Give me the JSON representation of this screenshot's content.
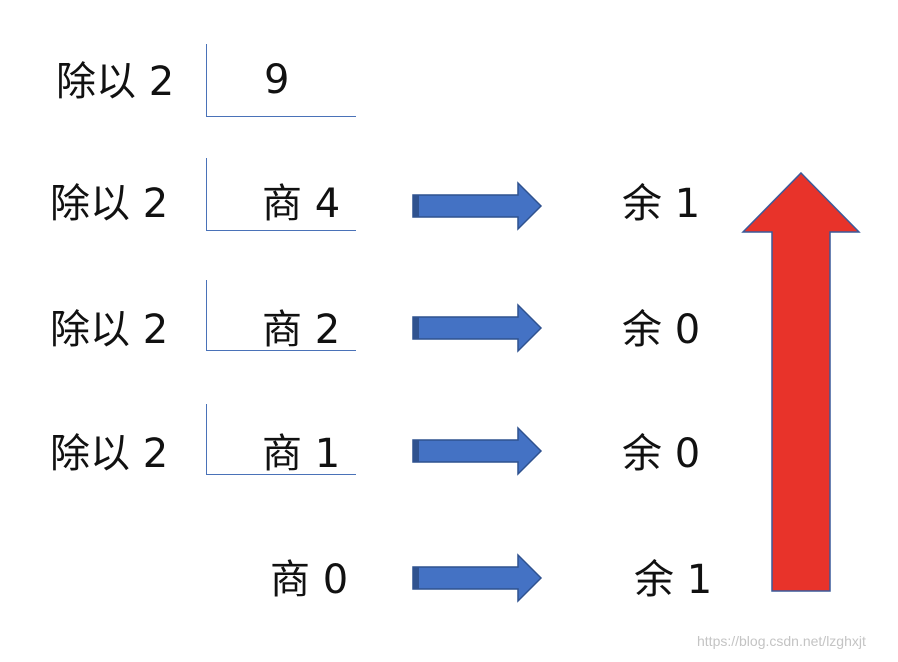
{
  "rows": [
    {
      "divisor_label": "除以 2",
      "dividend": "9"
    },
    {
      "divisor_label": "除以 2",
      "quotient": "商 4",
      "remainder": "余 1"
    },
    {
      "divisor_label": "除以 2",
      "quotient": "商 2",
      "remainder": "余 0"
    },
    {
      "divisor_label": "除以 2",
      "quotient": "商 1",
      "remainder": "余 0"
    },
    {
      "quotient": "商 0",
      "remainder": "余 1"
    }
  ],
  "colors": {
    "bracket_line": "#4a72b8",
    "right_arrow_fill": "#4472c4",
    "right_arrow_stroke": "#2f528f",
    "up_arrow_fill": "#e8332a",
    "up_arrow_stroke": "#3a5a9a"
  },
  "watermark": "https://blog.csdn.net/lzghxjt"
}
